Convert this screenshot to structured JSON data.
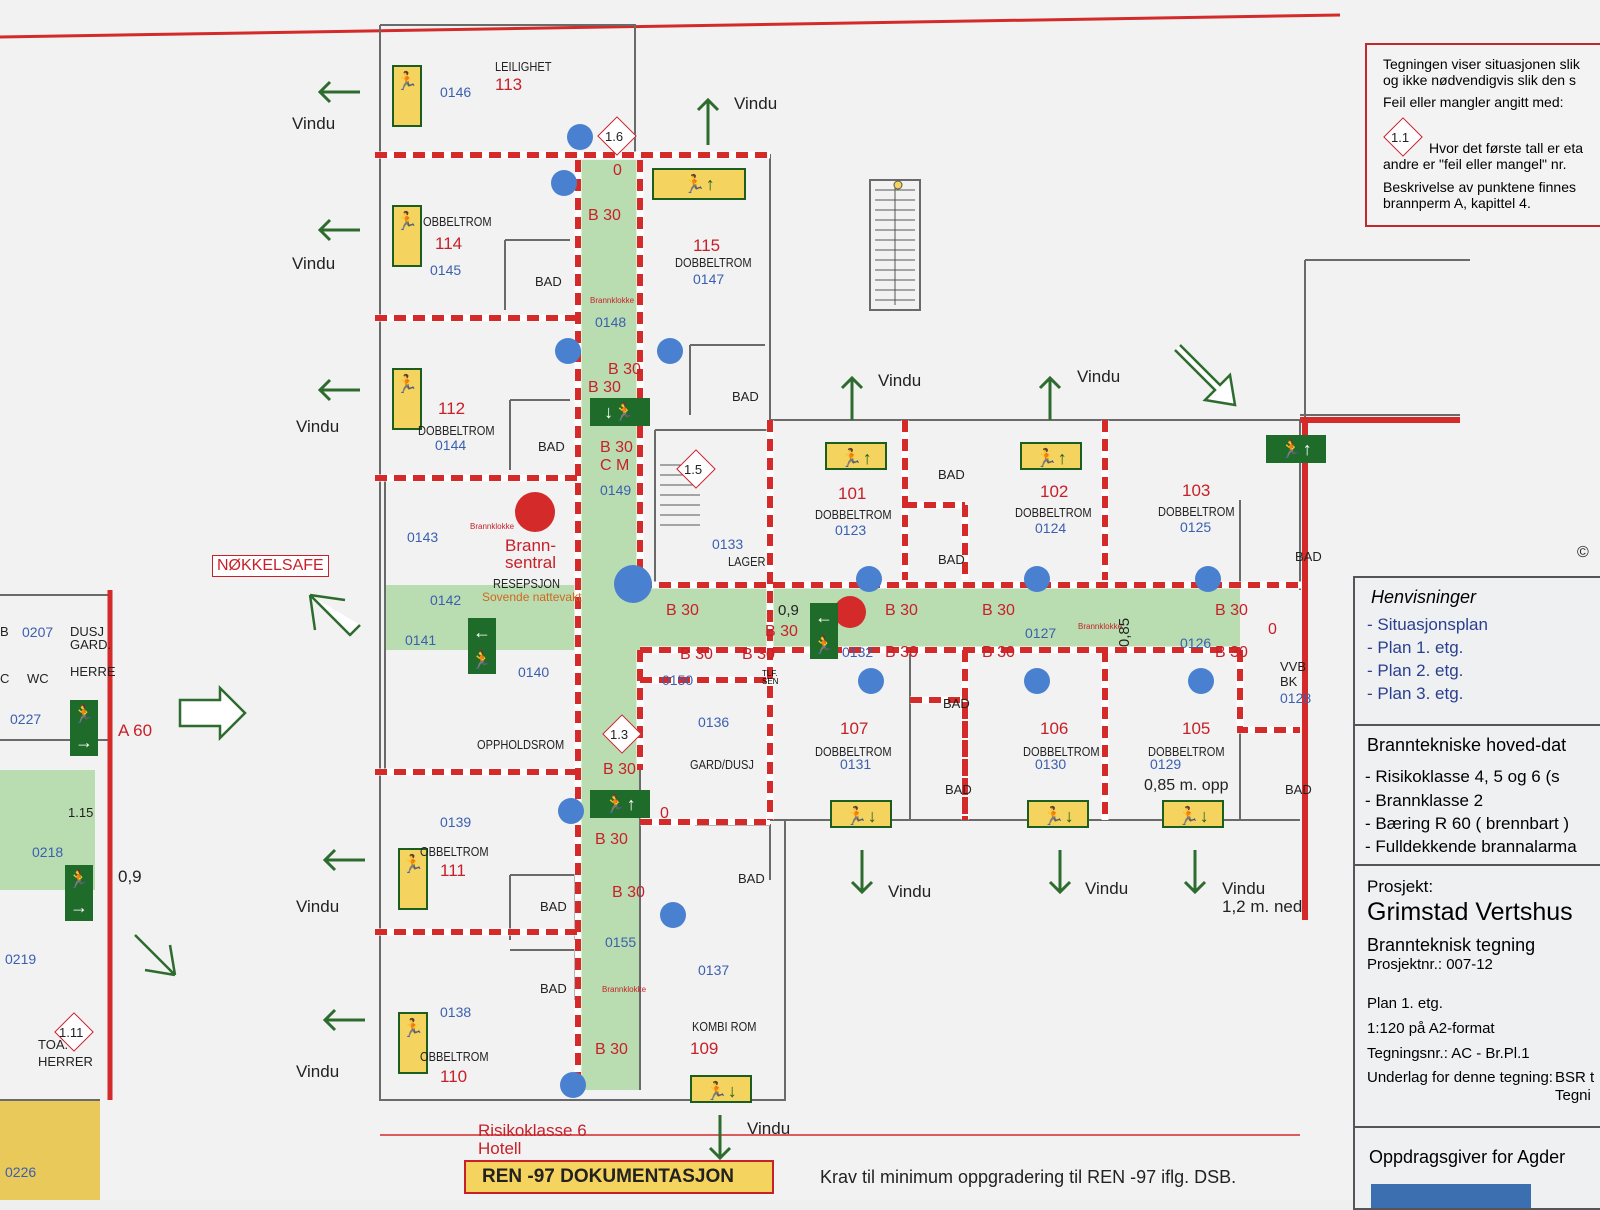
{
  "notice": {
    "line1": "Tegningen viser situasjonen slik",
    "line2": "og ikke nødvendigvis slik den s",
    "line3": "Feil eller mangler angitt med:",
    "diamond": "1.1",
    "line4": "Hvor det første tall er eta",
    "line5": "andre er \"feil eller mangel\" nr.",
    "line6": "Beskrivelse av punktene finnes",
    "line7": "brannperm A, kapittel 4."
  },
  "references": {
    "title": "Henvisninger",
    "items": [
      "- Situasjonsplan",
      "- Plan 1. etg.",
      "- Plan 2. etg.",
      "- Plan 3. etg."
    ]
  },
  "fire_data": {
    "title": "Branntekniske hoved-dat",
    "items": [
      "- Risikoklasse 4, 5 og 6  (s",
      "- Brannklasse 2",
      "- Bæring R 60  ( brennbart )",
      "- Fulldekkende brannalarma"
    ]
  },
  "project": {
    "label": "Prosjekt:",
    "name": "Grimstad Vertshus",
    "type": "Brannteknisk tegning",
    "number": "Prosjektnr.: 007-12",
    "plan": "Plan 1. etg.",
    "scale": "1:120 på A2-format",
    "drawing_no": "Tegningsnr.: AC - Br.Pl.1",
    "basis_label": "Underlag for denne tegning:",
    "basis_value": "BSR t",
    "basis_value2": "Tegni",
    "client": "Oppdragsgiver for Agder"
  },
  "footer": {
    "risk": "Risikoklasse 6",
    "hotel": "Hotell",
    "ren_doc": "REN -97 DOKUMENTASJON",
    "requirement": "Krav til minimum oppgradering til REN -97 iflg. DSB."
  },
  "copyright": "©",
  "rooms": {
    "r113": {
      "type": "LEILIGHET",
      "num": "113",
      "code": "0146"
    },
    "r114": {
      "type": "OBBELTROM",
      "num": "114",
      "code": "0145"
    },
    "r112": {
      "type": "DOBBELTROM",
      "num": "112",
      "code": "0144"
    },
    "r115": {
      "type": "DOBBELTROM",
      "num": "115",
      "code": "0147"
    },
    "r101": {
      "type": "DOBBELTROM",
      "num": "101",
      "code": "0123"
    },
    "r102": {
      "type": "DOBBELTROM",
      "num": "102",
      "code": "0124"
    },
    "r103": {
      "type": "DOBBELTROM",
      "num": "103",
      "code": "0125"
    },
    "r107": {
      "type": "DOBBELTROM",
      "num": "107",
      "code": "0131"
    },
    "r106": {
      "type": "DOBBELTROM",
      "num": "106",
      "code": "0130"
    },
    "r105": {
      "type": "DOBBELTROM",
      "num": "105",
      "code": "0129"
    },
    "r111": {
      "type": "OBBELTROM",
      "num": "111",
      "code": "0139"
    },
    "r110": {
      "type": "OBBELTROM",
      "num": "110",
      "code": "0138"
    },
    "r109": {
      "type": "KOMBI ROM",
      "num": "109",
      "code": "0137"
    }
  },
  "codes": {
    "c0148": "0148",
    "c0149": "0149",
    "c0143": "0143",
    "c0142": "0142",
    "c0141": "0141",
    "c0140": "0140",
    "c0150": "0150",
    "c0136": "0136",
    "c0155": "0155",
    "c0133": "0133",
    "c0132": "0132",
    "c0127": "0127",
    "c0126": "0126",
    "c0128": "0128",
    "c0207": "0207",
    "c0227": "0227",
    "c0219": "0219",
    "c0218": "0218",
    "c0226": "0226"
  },
  "labels": {
    "bad": "BAD",
    "lager": "LAGER",
    "oppholdsrom": "OPPHOLDSROM",
    "gard_dusj": "GARD/DUSJ",
    "resepsjon": "RESEPSJON",
    "nattevakt": "Sovende nattevakt",
    "brannsentral1": "Brann-",
    "brannsentral2": "sentral",
    "nokkelsafe": "NØKKELSAFE",
    "brannklokke": "Brannklokke",
    "vvb": "VVB",
    "bk": "BK",
    "tlf": "TLF. SEN",
    "dusj_gard": "DUSJ GARD.",
    "herre": "HERRE",
    "wc": "WC",
    "a60": "A 60",
    "toa": "TOA.",
    "herrer": "HERRER",
    "c": "C",
    "b": "B"
  },
  "vindu": {
    "label": "Vindu",
    "low": "1,2 m. ned"
  },
  "measures": {
    "opp": "0,85 m. opp",
    "v085": "0,85",
    "v09": "0,9",
    "v09b": "0,9",
    "zero": "0",
    "cm": "C M"
  },
  "fire_rating": "B 30",
  "deviations": [
    "1.6",
    "1.5",
    "1.3",
    "1.11",
    "1.15"
  ],
  "colors": {
    "wall": "#6a6a6a",
    "fire_wall": "#d42a2a",
    "escape_route": "#b9ddb0",
    "sign_yellow": "#f4d35e",
    "sign_green": "#1f6b2a",
    "detector": "#4a80d0"
  }
}
